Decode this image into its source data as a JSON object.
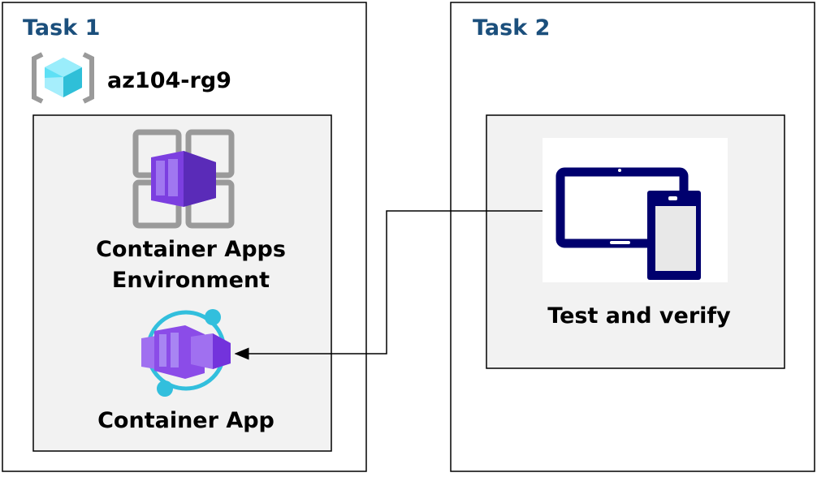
{
  "colors": {
    "task_title": "#1b4f7c",
    "box_fill": "#f2f2f2",
    "purple": "#7b3fe4",
    "cyan": "#32bfdd",
    "device_navy": "#00006e"
  },
  "task1": {
    "title": "Task 1",
    "resource_group": {
      "label": "az104-rg9",
      "icon": "resource-group-icon"
    },
    "environment": {
      "label_line1": "Container Apps",
      "label_line2": "Environment",
      "icon": "container-apps-environment-icon"
    },
    "app": {
      "label": "Container App",
      "icon": "container-app-icon"
    }
  },
  "task2": {
    "title": "Task 2",
    "test": {
      "label": "Test and verify",
      "icon": "tablet-phone-icon"
    }
  }
}
